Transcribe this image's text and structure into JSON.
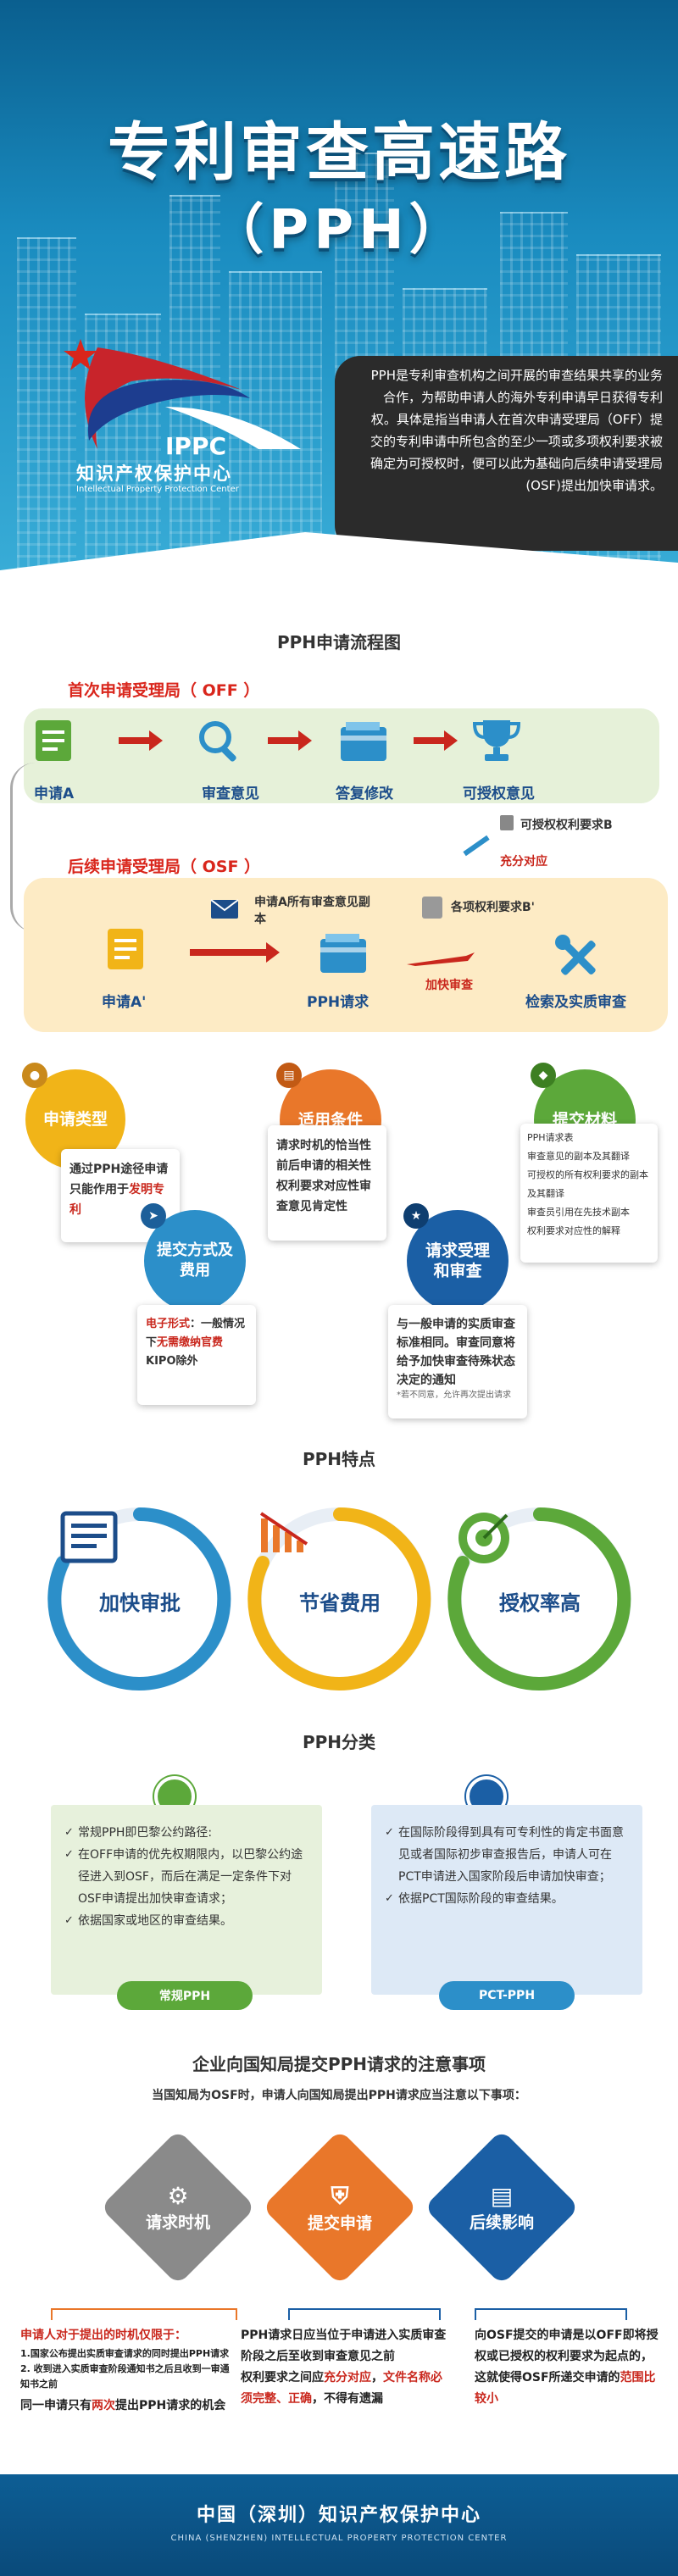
{
  "header": {
    "title_line1": "专利审查高速路",
    "title_line2": "（PPH）",
    "logo_abbr": "IPPC",
    "logo_cn": "知识产权保护中心",
    "logo_en": "Intellectual Property Protection Center",
    "description": "PPH是专利审查机构之间开展的审查结果共享的业务合作，为帮助申请人的海外专利申请早日获得专利权。具体是指当申请人在首次申请受理局（OFF）提交的专利申请中所包含的至少一项或多项权利要求被确定为可授权时，便可以此为基础向后续申请受理局(OSF)提出加快审请求。"
  },
  "flow": {
    "section_title": "PPH申请流程图",
    "off_label": "首次申请受理局（ OFF ）",
    "osf_label": "后续申请受理局（ OSF ）",
    "off_steps": [
      "申请A",
      "审查意见",
      "答复修改",
      "可授权意见"
    ],
    "claims_b": "可授权权利要求B",
    "correspond": "充分对应",
    "osf_steps": [
      "申请A'",
      "PPH请求",
      "检索及实质审查"
    ],
    "docs_note": "申请A所有审查意见副本",
    "claims_b_prime": "各项权利要求B'",
    "speedup": "加快审查"
  },
  "process": {
    "type_title": "申请类型",
    "type_body_1": "通过PPH途径申请只能作用于",
    "type_body_em": "发明专利",
    "conditions_title": "适用条件",
    "conditions_body": "请求时机的恰当性前后申请的相关性权利要求对应性审查意见肯定性",
    "materials_title": "提交材料",
    "materials_items": [
      "PPH请求表",
      "审查意见的副本及其翻译",
      "可授权的所有权利要求的副本及其翻译",
      "审查员引用在先技术副本",
      "权利要求对应性的解释"
    ],
    "submit_title": "提交方式及费用",
    "submit_em1": "电子形式",
    "submit_body1": "：一般情况下",
    "submit_em2": "无需缴纳官费",
    "submit_body2": "KIPO除外",
    "review_title": "请求受理和审查",
    "review_body": "与一般申请的实质审查标准相同。审查同意将给予加快审查待殊状态决定的通知",
    "review_note": "*若不同意，允许再次提出请求"
  },
  "features": {
    "section_title": "PPH特点",
    "items": [
      "加快审批",
      "节省费用",
      "授权率高"
    ]
  },
  "classification": {
    "section_title": "PPH分类",
    "left_items": [
      "常规PPH即巴黎公约路径:",
      "在OFF申请的优先权期限内，以巴黎公约途径进入到OSF，而后在满足一定条件下对OSF申请提出加快审查请求；",
      "依据国家或地区的审查结果。"
    ],
    "left_pill": "常规PPH",
    "right_items": [
      "在国际阶段得到具有可专利性的肯定书面意见或者国际初步审查报告后，申请人可在PCT申请进入国家阶段后申请加快审查；",
      "依据PCT国际阶段的审查结果。"
    ],
    "right_pill": "PCT-PPH"
  },
  "notes": {
    "section_title": "企业向国知局提交PPH请求的注意事项",
    "subtitle": "当国知局为OSF时，申请人向国知局提出PPH请求应当注意以下事项：",
    "d1": "请求时机",
    "d2": "提交申请",
    "d3": "后续影响",
    "box1_title": "申请人对于提出的时机仅限于：",
    "box1_items": [
      "1.国家公布提出实质审查请求的同时提出PPH请求",
      "2. 收到进入实质审查阶段通知书之后且收到一审通知书之前"
    ],
    "box1_tail_1": "同一申请只有",
    "box1_tail_em": "两次",
    "box1_tail_2": "提出PPH请求的机会",
    "box2_body_1": "PPH请求日应当位于申请进入实质审查阶段之后至收到审查意见之前",
    "box2_body_2": "权利要求之间应",
    "box2_em1": "充分对应",
    "box2_body_3": "，",
    "box2_em2": "文件名称必须完整、正确",
    "box2_body_4": "，不得有遗漏",
    "box3_body_1": "向OSF提交的申请是以OFF即将授权或已授权的权利要求为起点的，这就使得OSF所递交申请的",
    "box3_em": "范围比较小"
  },
  "footer": {
    "cn": "中国（深圳）知识产权保护中心",
    "en": "CHINA (SHENZHEN) INTELLECTUAL PROPERTY PROTECTION CENTER"
  },
  "colors": {
    "red": "#c9271d",
    "blue_text": "#1c4d8a",
    "yellow": "#f1b418",
    "orange": "#e9772a",
    "green": "#5ca83a",
    "navy": "#1b5fa5"
  }
}
